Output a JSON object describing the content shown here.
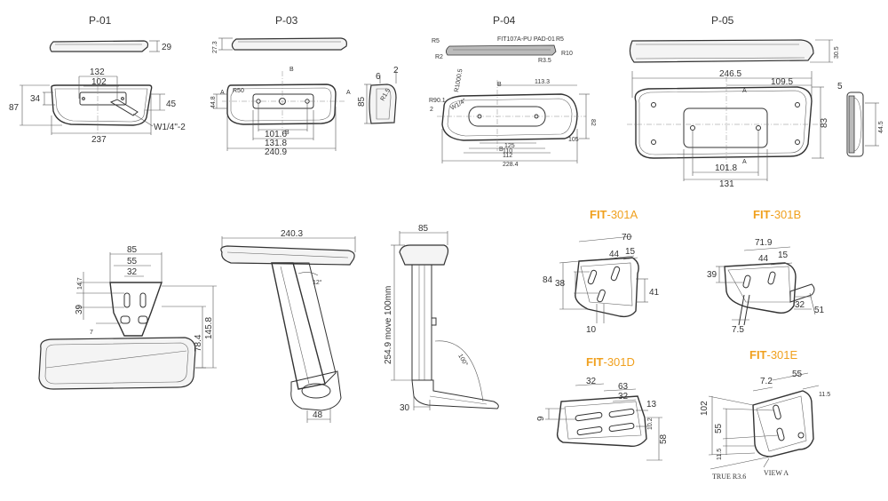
{
  "drawings": {
    "p01": {
      "title": "P-01",
      "dims": {
        "thickness": "29",
        "w132": "132",
        "w102": "102",
        "h34": "34",
        "h45": "45",
        "h87": "87",
        "w237": "237",
        "thread": "W1/4\"-2"
      }
    },
    "p03": {
      "title": "P-03",
      "dims": {
        "h27": "27.3",
        "h44": "44.8",
        "r50": "R50",
        "h85": "85",
        "t6": "6",
        "t2": "2",
        "r15": "R1.5",
        "w101": "101.6",
        "w131": "131.8",
        "w240": "240.9",
        "secA": "A",
        "secB": "B"
      }
    },
    "p04": {
      "title": "P-04",
      "dims": {
        "label": "FIT107A-PU PAD-01",
        "r5a": "R5",
        "r5b": "R5",
        "r2": "R2",
        "r3": "R3.5",
        "r10": "R10",
        "r90": "R90.1",
        "r1000": "R1000.5",
        "w113": "113.3",
        "w125": "125",
        "w110": "110",
        "w112": "112",
        "w228": "228.4",
        "h82": "82",
        "h105": "105",
        "thread": "W1/4\"",
        "secB": "B",
        "sec2": "2"
      }
    },
    "p05": {
      "title": "P-05",
      "dims": {
        "h30": "30.5",
        "w246": "246.5",
        "w109": "109.5",
        "h83": "83",
        "w101": "101.8",
        "w131": "131",
        "t5": "5",
        "h44": "44.5",
        "secA": "A"
      }
    },
    "arm1": {
      "dims": {
        "w85": "85",
        "w55": "55",
        "w32": "32",
        "h14": "14.7",
        "h39": "39",
        "h7": "7",
        "h78": "78.4",
        "h145": "145.8"
      }
    },
    "arm2": {
      "dims": {
        "w240": "240.3",
        "ang": "12°",
        "w48": "48"
      }
    },
    "arm3": {
      "dims": {
        "w85": "85",
        "travel": "254.9 move 100mm",
        "ang": "100°",
        "w30": "30"
      }
    },
    "fit301a": {
      "title_bold": "FIT",
      "title_rest": "-301A",
      "dims": {
        "w70": "70",
        "w44": "44",
        "w15": "15",
        "h84": "84",
        "h38": "38",
        "h41": "41",
        "w10": "10"
      }
    },
    "fit301b": {
      "title_bold": "FIT",
      "title_rest": "-301B",
      "dims": {
        "w71": "71.9",
        "w44": "44",
        "w15": "15",
        "h39": "39",
        "h32": "32",
        "h51": "51",
        "w7": "7.5"
      }
    },
    "fit301d": {
      "title_bold": "FIT",
      "title_rest": "-301D",
      "dims": {
        "w32": "32",
        "w63": "63",
        "w32b": "32",
        "w13": "13",
        "h9": "9",
        "h10": "10.2",
        "h58": "58"
      }
    },
    "fit301e": {
      "title_bold": "FIT",
      "title_rest": "-301E",
      "dims": {
        "w72": "7.2",
        "w55": "55",
        "w11": "11.5",
        "h102": "102",
        "h55": "55",
        "h11": "11.5",
        "r36": "TRUE R3.6",
        "view": "VIEW A"
      }
    }
  }
}
